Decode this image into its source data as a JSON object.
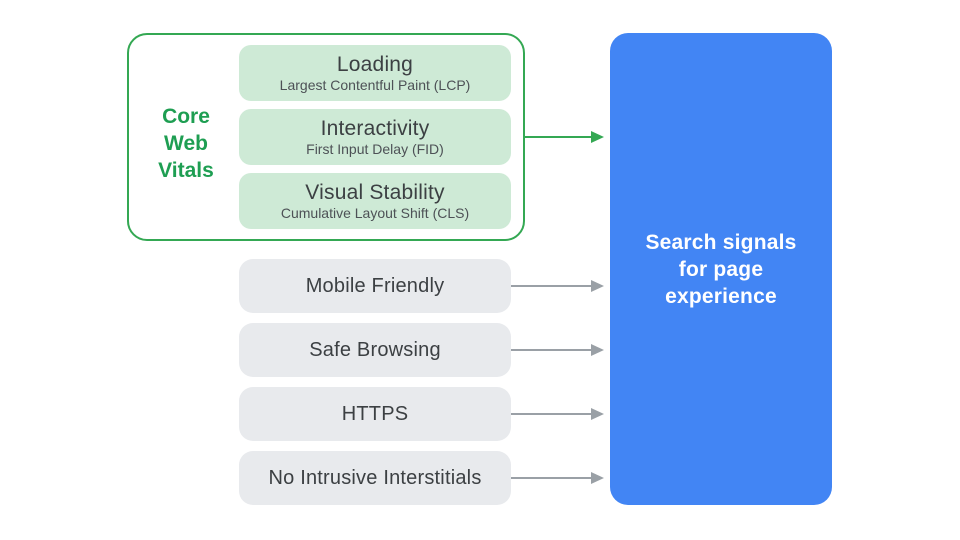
{
  "diagram": {
    "core_web_vitals": {
      "label": "Core\nWeb\nVitals",
      "items": [
        {
          "title": "Loading",
          "subtitle": "Largest Contentful Paint (LCP)"
        },
        {
          "title": "Interactivity",
          "subtitle": "First Input Delay (FID)"
        },
        {
          "title": "Visual Stability",
          "subtitle": "Cumulative Layout Shift (CLS)"
        }
      ]
    },
    "other_signals": [
      {
        "label": "Mobile Friendly"
      },
      {
        "label": "Safe Browsing"
      },
      {
        "label": "HTTPS"
      },
      {
        "label": "No Intrusive Interstitials"
      }
    ],
    "result": {
      "label": "Search signals\nfor page\nexperience"
    },
    "colors": {
      "green_accent": "#34A853",
      "green_card_fill": "#CEEAD6",
      "gray_card_fill": "#E8EAED",
      "blue_panel_fill": "#4285F4",
      "arrow_gray": "#9AA0A6",
      "text_dark": "#3C4043",
      "text_on_blue": "#FFFFFF",
      "background": "#FFFFFF"
    }
  }
}
